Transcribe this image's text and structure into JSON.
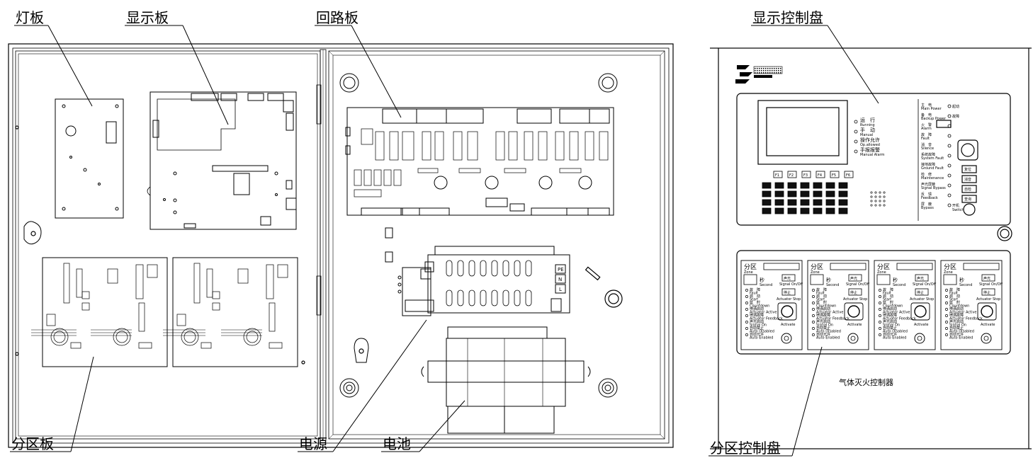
{
  "callouts": {
    "light_board": "灯板",
    "display_board": "显示板",
    "loop_board": "回路板",
    "zone_board": "分区板",
    "power_supply": "电源",
    "battery": "电池",
    "display_control_panel": "显示控制盘",
    "zone_control_panel": "分区控制盘"
  },
  "product_name": "气体灭火控制器",
  "display_panel": {
    "function_keys": [
      "F1",
      "F2",
      "F3",
      "F4",
      "F5",
      "F6"
    ],
    "status_leds": [
      {
        "cn": "运　行",
        "en": "Running"
      },
      {
        "cn": "手　动",
        "en": "Manual"
      },
      {
        "cn": "操作允许",
        "en": "Op.allowed"
      },
      {
        "cn": "手报报警",
        "en": "Manual Alarm"
      }
    ],
    "right_leds": [
      {
        "cn": "主　电",
        "en": "Main Power"
      },
      {
        "cn": "备　电",
        "en": "Backup Power"
      },
      {
        "cn": "火　警",
        "en": "Alarm"
      },
      {
        "cn": "故　障",
        "en": "Fault"
      },
      {
        "cn": "消　音",
        "en": "Silence"
      },
      {
        "cn": "系统故障",
        "en": "System Fault"
      },
      {
        "cn": "接地故障",
        "en": "Ground Fault"
      },
      {
        "cn": "检　修",
        "en": "Maintenance"
      },
      {
        "cn": "声光屏蔽",
        "en": "Signal Bypass"
      },
      {
        "cn": "反　馈",
        "en": "Feedback"
      },
      {
        "cn": "屏　蔽",
        "en": "Bypass"
      }
    ],
    "right_side": {
      "start": "起动",
      "fault": "故障",
      "switch": "开机",
      "switch_en": "Switch"
    },
    "side_buttons": [
      "复位",
      "消音",
      "自检",
      "查询"
    ]
  },
  "zone_panel": {
    "zone_label": "分区",
    "zone_en": "Zone",
    "second_label": "秒",
    "second_en": "Second",
    "sound_button": "声光",
    "sound_en": "Signal On/Off",
    "stop_button": "停止",
    "actuator_stop": "Actuator Stop",
    "activate": "Activate",
    "indicators": [
      {
        "cn": "故　障",
        "en": "Fault"
      },
      {
        "cn": "启　动",
        "en": "Start"
      },
      {
        "cn": "延　时",
        "en": "Countdown"
      },
      {
        "cn": "喷洒启动",
        "en": "Actuator Active"
      },
      {
        "cn": "喷洒故障",
        "en": "Actuator Feedback"
      },
      {
        "cn": "声光启动",
        "en": "Signal On"
      },
      {
        "cn": "自动禁止",
        "en": "Auto Disabled"
      },
      {
        "cn": "自动允许",
        "en": "Auto Enabled"
      }
    ]
  },
  "psu_labels": [
    "PE",
    "N",
    "L"
  ]
}
